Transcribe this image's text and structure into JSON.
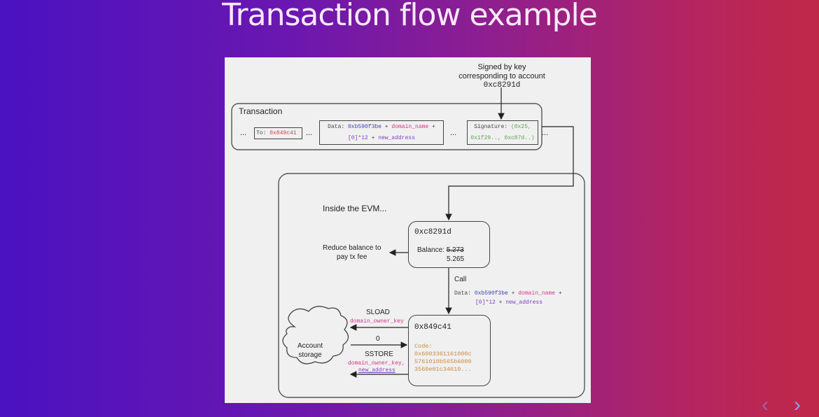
{
  "slide": {
    "title": "Transaction flow example",
    "nav": {
      "prev_icon": "‹",
      "next_icon": "›"
    }
  },
  "diagram": {
    "signed_note": [
      "Signed by key",
      "corresponding to account",
      "0xc8291d"
    ],
    "transaction": {
      "label": "Transaction",
      "ellipsis": "...",
      "to_label": "To: ",
      "to_value": "0x849c41",
      "data_label": "Data: ",
      "data_selector": "0xb590f3be",
      "plus": " + ",
      "data_domain": "domain_name",
      "data_pad": "[0]*12",
      "data_addr": "new_address",
      "sig_label": "Signature: ",
      "sig_line1": "(0x25,",
      "sig_line2": "0x1f29.., 0xc87d..)"
    },
    "evm": {
      "label": "Inside the EVM...",
      "sender": {
        "address": "0xc8291d",
        "balance_label": "Balance: ",
        "balance_old": "5.273",
        "balance_new": "5.265"
      },
      "reduce_note": [
        "Reduce balance to",
        "pay tx fee"
      ],
      "call_label": "Call",
      "call_data_label": "Data: ",
      "call_selector": "0xb590f3be",
      "call_domain": "domain_name",
      "call_pad": "[0]*12",
      "call_addr": "new_address",
      "contract": {
        "address": "0x849c41",
        "code_label": "Code:",
        "code_lines": [
          "0x6003361161000c",
          "5761010b565b6000",
          "3560e01c34610..."
        ]
      },
      "sload_label": "SLOAD",
      "sload_key": "domain_owner_key",
      "zero_label": "0",
      "sstore_label": "SSTORE",
      "sstore_key": "domain_owner_key,",
      "sstore_value": "new_address",
      "storage_label": [
        "Account",
        "storage"
      ]
    }
  }
}
